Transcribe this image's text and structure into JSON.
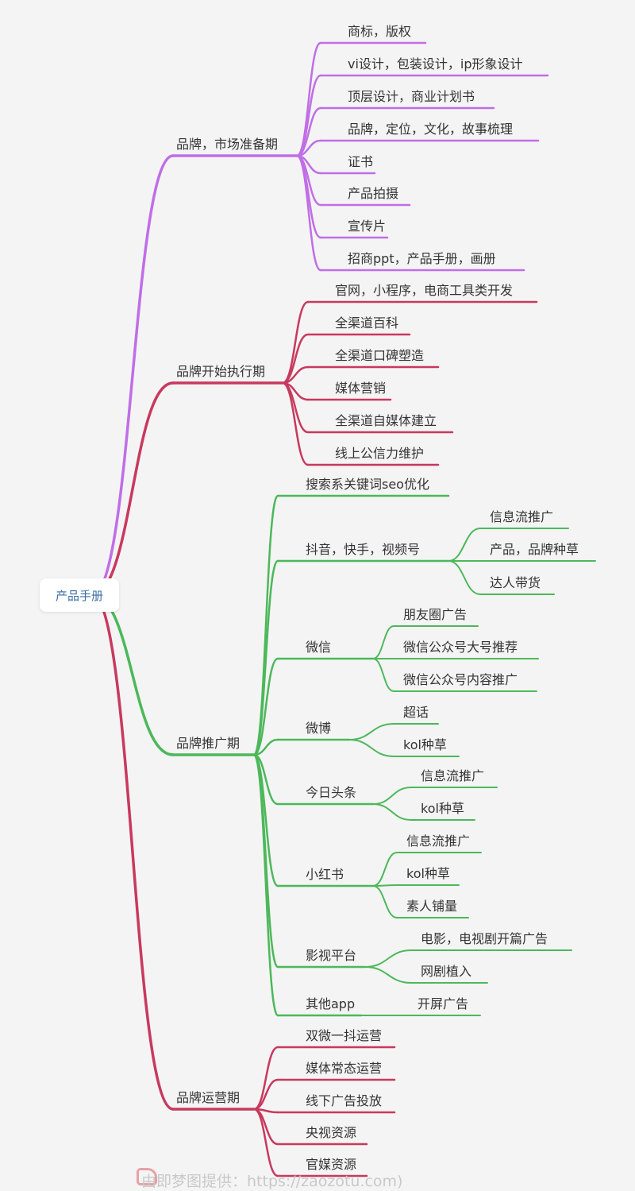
{
  "root": {
    "label": "产品手册"
  },
  "colors": {
    "phase1": "#c06ee6",
    "phase2": "#c8395e",
    "phase3": "#4cb85a",
    "phase4": "#c8395e"
  },
  "phases": [
    {
      "label": "品牌，市场准备期",
      "children": [
        {
          "label": "商标，版权"
        },
        {
          "label": "vi设计，包装设计，ip形象设计"
        },
        {
          "label": "顶层设计，商业计划书"
        },
        {
          "label": "品牌，定位，文化，故事梳理"
        },
        {
          "label": "证书"
        },
        {
          "label": "产品拍摄"
        },
        {
          "label": "宣传片"
        },
        {
          "label": "招商ppt，产品手册，画册"
        }
      ]
    },
    {
      "label": "品牌开始执行期",
      "children": [
        {
          "label": "官网，小程序，电商工具类开发"
        },
        {
          "label": "全渠道百科"
        },
        {
          "label": "全渠道口碑塑造"
        },
        {
          "label": "媒体营销"
        },
        {
          "label": "全渠道自媒体建立"
        },
        {
          "label": "线上公信力维护"
        }
      ]
    },
    {
      "label": "品牌推广期",
      "children": [
        {
          "label": "搜索系关键词seo优化"
        },
        {
          "label": "抖音，快手，视频号",
          "children": [
            {
              "label": "信息流推广"
            },
            {
              "label": "产品，品牌种草"
            },
            {
              "label": "达人带货"
            }
          ]
        },
        {
          "label": "微信",
          "children": [
            {
              "label": "朋友圈广告"
            },
            {
              "label": "微信公众号大号推荐"
            },
            {
              "label": "微信公众号内容推广"
            }
          ]
        },
        {
          "label": "微博",
          "children": [
            {
              "label": "超话"
            },
            {
              "label": "kol种草"
            }
          ]
        },
        {
          "label": "今日头条",
          "children": [
            {
              "label": "信息流推广"
            },
            {
              "label": "kol种草"
            }
          ]
        },
        {
          "label": "小红书",
          "children": [
            {
              "label": "信息流推广"
            },
            {
              "label": "kol种草"
            },
            {
              "label": "素人铺量"
            }
          ]
        },
        {
          "label": "影视平台",
          "children": [
            {
              "label": "电影，电视剧开篇广告"
            },
            {
              "label": "网剧植入"
            }
          ]
        },
        {
          "label": "其他app",
          "children": [
            {
              "label": "开屏广告"
            }
          ]
        }
      ]
    },
    {
      "label": "品牌运营期",
      "children": [
        {
          "label": "双微一抖运营"
        },
        {
          "label": "媒体常态运营"
        },
        {
          "label": "线下广告投放"
        },
        {
          "label": "央视资源"
        },
        {
          "label": "官媒资源"
        }
      ]
    }
  ],
  "watermark": {
    "text": "由即梦图提供：https://zaozotu.com)"
  }
}
